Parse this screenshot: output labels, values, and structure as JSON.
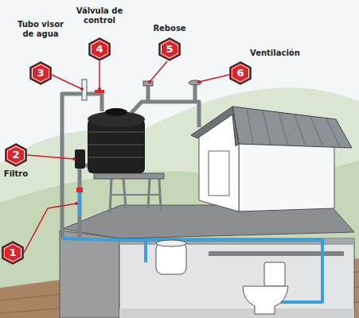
{
  "diagram": {
    "nodes": [
      {
        "text": [
          "Tubo visor de agua",
          "3"
        ]
      },
      {
        "text": [
          "Válvula de control",
          "4"
        ]
      },
      {
        "text": [
          "Rebose",
          "5"
        ]
      },
      {
        "text": [
          "Ventilación",
          "6"
        ]
      },
      {
        "text": [
          "2",
          "Filtro"
        ]
      },
      {
        "text": [
          "1"
        ]
      }
    ]
  }
}
